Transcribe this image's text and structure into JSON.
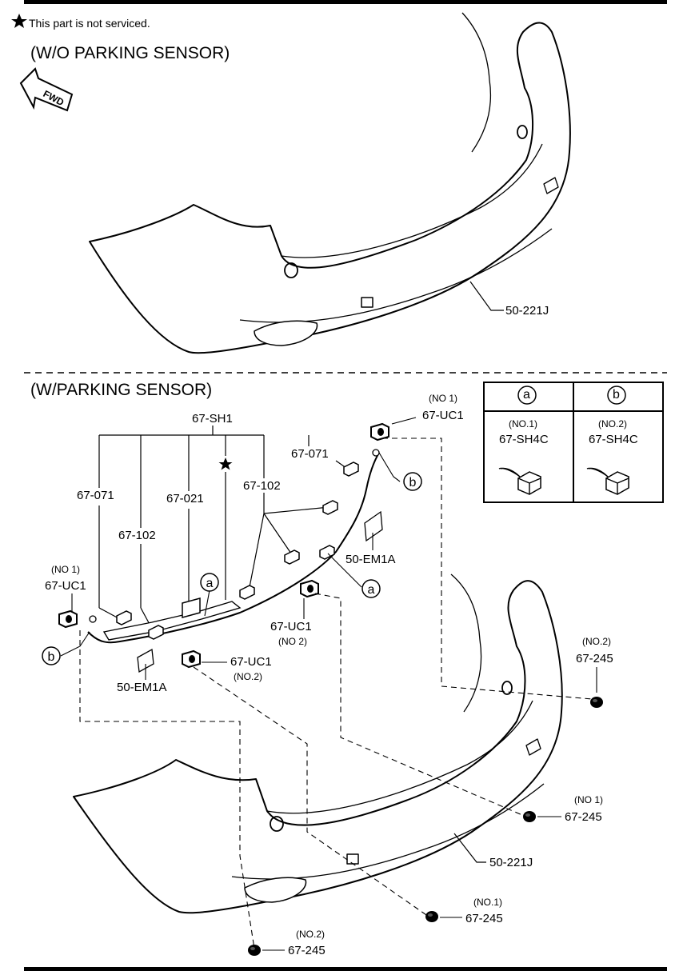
{
  "notes": {
    "not_serviced": "This part is not serviced."
  },
  "sections": {
    "without_sensor": "(W/O PARKING SENSOR)",
    "with_sensor": "(W/PARKING SENSOR)"
  },
  "direction_arrow": "FWD",
  "icons": {
    "star": "star-icon",
    "direction": "fwd-arrow-icon"
  },
  "callouts": {
    "bumper_top": "50-221J",
    "bumper_bottom": "50-221J",
    "harness": "67-SH1",
    "clip_071_left": "67-071",
    "clip_071_right": "67-071",
    "clip_102_left": "67-102",
    "clip_102_mid": "67-102",
    "clip_021": "67-021",
    "em1a_left": "50-EM1A",
    "em1a_right": "50-EM1A",
    "uc1_no1_left": "67-UC1",
    "uc1_no1_left_tag": "(NO 1)",
    "uc1_no1_top": "67-UC1",
    "uc1_no1_top_tag": "(NO 1)",
    "uc1_no2_mid": "67-UC1",
    "uc1_no2_mid_tag": "(NO 2)",
    "uc1_no2_low": "67-UC1",
    "uc1_no2_low_tag": "(NO.2)",
    "bezel_no2_right": "67-245",
    "bezel_no2_right_tag": "(NO.2)",
    "bezel_no1_right": "67-245",
    "bezel_no1_right_tag": "(NO 1)",
    "bezel_no1_bottom": "67-245",
    "bezel_no1_bottom_tag": "(NO.1)",
    "bezel_no2_bottom": "67-245",
    "bezel_no2_bottom_tag": "(NO.2)",
    "ref_a_1": "a",
    "ref_a_2": "a",
    "ref_b_1": "b",
    "ref_b_2": "b"
  },
  "ref_table": {
    "col_a": {
      "key": "a",
      "tag": "(NO.1)",
      "part": "67-SH4C"
    },
    "col_b": {
      "key": "b",
      "tag": "(NO.2)",
      "part": "67-SH4C"
    }
  }
}
